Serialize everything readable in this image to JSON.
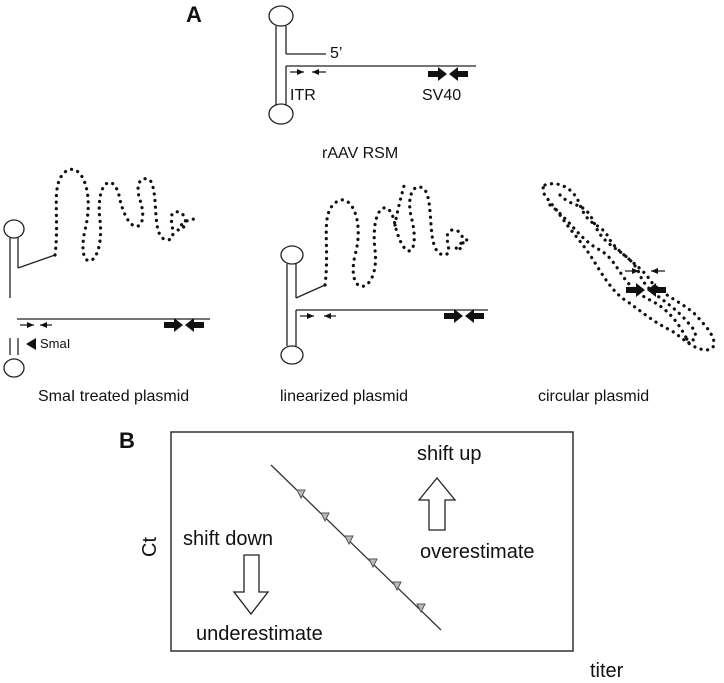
{
  "panel_a": {
    "label": "A",
    "labels": {
      "five_prime": "5’",
      "itr": "ITR",
      "sv40": "SV40",
      "rsm": "rAAV RSM",
      "smai": "SmaI"
    },
    "captions": {
      "smai_treated": "SmaI treated plasmid",
      "linearized": "linearized plasmid",
      "circular": "circular plasmid"
    }
  },
  "panel_b": {
    "label": "B",
    "axis_y": "Ct",
    "axis_x": "titer",
    "shift_up": "shift up",
    "overestimate": "overestimate",
    "shift_down": "shift down",
    "underestimate": "underestimate"
  }
}
